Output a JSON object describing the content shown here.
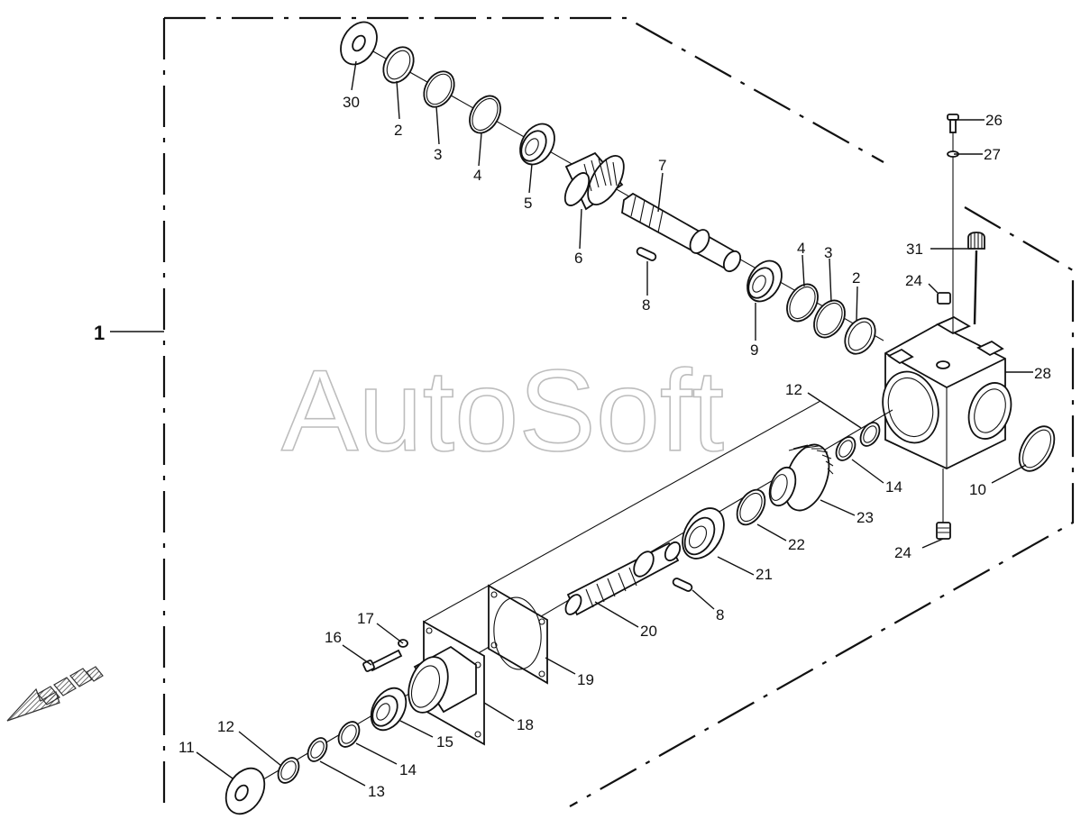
{
  "assembly_label": "1",
  "watermark": "AutoSoft",
  "callouts": {
    "c30": "30",
    "c2a": "2",
    "c3a": "3",
    "c4a": "4",
    "c5": "5",
    "c6": "6",
    "c7": "7",
    "c8a": "8",
    "c9": "9",
    "c4b": "4",
    "c3b": "3",
    "c2b": "2",
    "c26": "26",
    "c27": "27",
    "c31": "31",
    "c24a": "24",
    "c28": "28",
    "c12a": "12",
    "c14a": "14",
    "c10": "10",
    "c23": "23",
    "c22": "22",
    "c24b": "24",
    "c21": "21",
    "c8b": "8",
    "c20": "20",
    "c19": "19",
    "c17": "17",
    "c16": "16",
    "c18": "18",
    "c15": "15",
    "c14b": "14",
    "c12b": "12",
    "c11": "11",
    "c13": "13"
  },
  "icons": {
    "direction_arrow": "front-direction-arrow-icon"
  }
}
